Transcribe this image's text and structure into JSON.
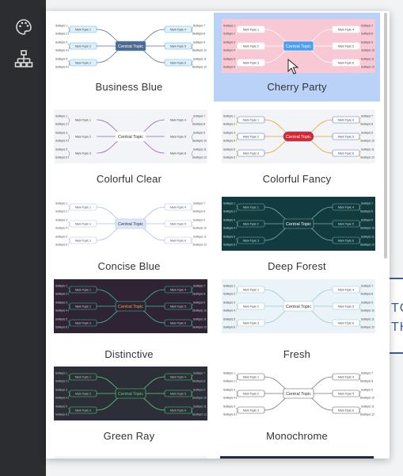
{
  "sidebar": {
    "icons": [
      "palette-icon",
      "structure-icon"
    ]
  },
  "edge_card": {
    "line1": "TC",
    "line2": "TH"
  },
  "themes": [
    {
      "name": "Business Blue",
      "central": "Central Topic",
      "colors": {
        "bg": "#ffffff",
        "center": "#4e6a90",
        "centerText": "#ffffff",
        "main": "#dff0fb",
        "mainBorder": "#5ab6e8",
        "line": "#5b6f8d",
        "sub": "#ffffff",
        "text": "#333333"
      }
    },
    {
      "name": "Cherry Party",
      "central": "Central Topic",
      "colors": {
        "bg": "#f8c9d4",
        "center": "#4a9ff0",
        "centerText": "#ffffff",
        "main": "#ffffff",
        "mainBorder": "#ffffff",
        "line": "#ffffff",
        "sub": "#f8c9d4",
        "text": "#333333"
      }
    },
    {
      "name": "Colorful Clear",
      "central": "Central Topic",
      "colors": {
        "bg": "#f3f4f7",
        "center": "#ffffff",
        "centerText": "#333333",
        "main": "#f3f4f7",
        "mainBorder": "#f3f4f7",
        "line": "#9b59b6",
        "sub": "#f3f4f7",
        "text": "#333333"
      }
    },
    {
      "name": "Colorful Fancy",
      "central": "Central Topic",
      "colors": {
        "bg": "#f3f4f7",
        "center": "#d9262f",
        "centerText": "#ffffff",
        "main": "#ffffff",
        "mainBorder": "#4872c9",
        "line": "#e6a317",
        "sub": "#ffffff",
        "text": "#333333"
      }
    },
    {
      "name": "Concise Blue",
      "central": "Central Topic",
      "colors": {
        "bg": "#ffffff",
        "center": "#dde7f7",
        "centerText": "#333333",
        "main": "#ffffff",
        "mainBorder": "#a9c0e6",
        "line": "#a9c0e6",
        "sub": "#ffffff",
        "text": "#444444"
      }
    },
    {
      "name": "Deep Forest",
      "central": "Central Topic",
      "colors": {
        "bg": "#123b3f",
        "center": "#123b3f",
        "centerText": "#ffffff",
        "main": "#123b3f",
        "mainBorder": "#7fb1a8",
        "line": "#7fb1a8",
        "sub": "#123b3f",
        "text": "#d6e5e2"
      }
    },
    {
      "name": "Distinctive",
      "central": "Central Topic",
      "colors": {
        "bg": "#2e2433",
        "center": "#2e2433",
        "centerText": "#f0a04b",
        "main": "#2e2433",
        "mainBorder": "#3fbfa8",
        "line": "#3fbfa8",
        "sub": "#2e2433",
        "text": "#dddddd"
      }
    },
    {
      "name": "Fresh",
      "central": "Central Topic",
      "colors": {
        "bg": "#eaf3f7",
        "center": "#ffffff",
        "centerText": "#333333",
        "main": "#ffffff",
        "mainBorder": "#9dc7d8",
        "line": "#9dc7d8",
        "sub": "#eaf3f7",
        "text": "#333333"
      }
    },
    {
      "name": "Green Ray",
      "central": "Central Topic",
      "colors": {
        "bg": "#2c2f38",
        "center": "#2c2f38",
        "centerText": "#56d47a",
        "main": "#2c2f38",
        "mainBorder": "#56d47a",
        "line": "#56d47a",
        "sub": "#2c2f38",
        "text": "#cfcfcf"
      }
    },
    {
      "name": "Monochrome",
      "central": "Central Topic",
      "colors": {
        "bg": "#ffffff",
        "center": "#ffffff",
        "centerText": "#333333",
        "main": "#ffffff",
        "mainBorder": "#555555",
        "line": "#777777",
        "sub": "#ffffff",
        "text": "#333333"
      }
    }
  ],
  "selected_theme": "Cherry Party",
  "thumb_labels": {
    "main": [
      "Main Topic 1",
      "Main Topic 2",
      "Main Topic 3",
      "Main Topic 4",
      "Main Topic 5",
      "Main Topic 6"
    ],
    "sub": [
      "Subtopic 1",
      "Subtopic 2",
      "Subtopic 3",
      "Subtopic 4",
      "Subtopic 5",
      "Subtopic 6",
      "Subtopic 7",
      "Subtopic 8",
      "Subtopic 9",
      "Subtopic 10",
      "Subtopic 11",
      "Subtopic 12"
    ]
  }
}
